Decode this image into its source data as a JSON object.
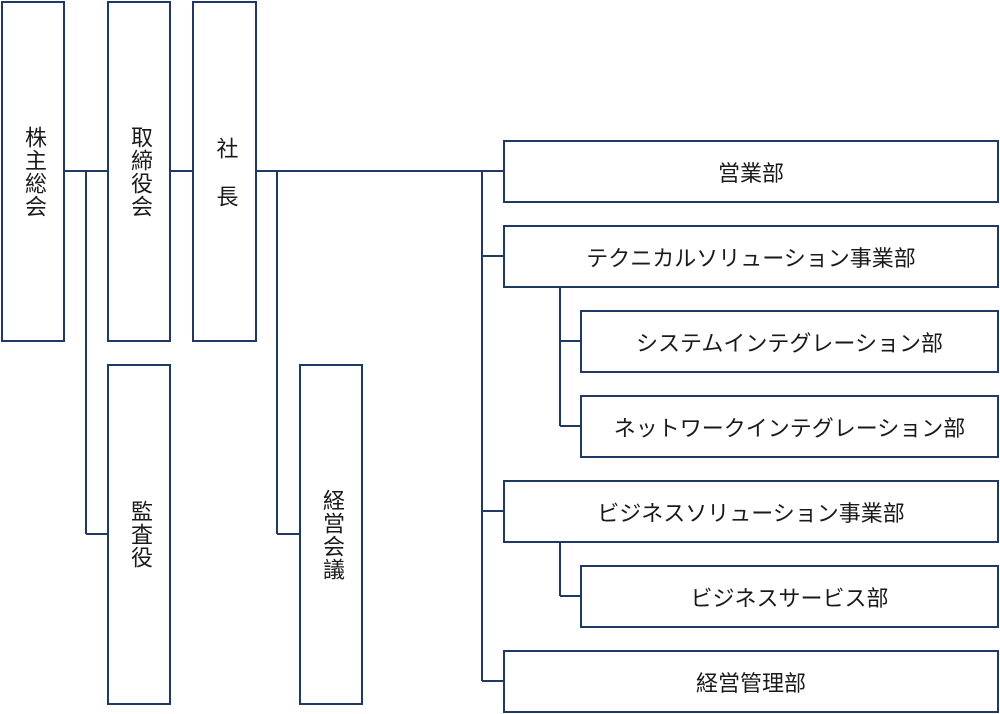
{
  "org_chart": {
    "shareholders_meeting": "株主総会",
    "board_of_directors": "取締役会",
    "president": "社長",
    "auditor": "監査役",
    "management_council": "経営会議",
    "departments": [
      {
        "label": "営業部"
      },
      {
        "label": "テクニカルソリューション事業部",
        "children": [
          {
            "label": "システムインテグレーション部"
          },
          {
            "label": "ネットワークインテグレーション部"
          }
        ]
      },
      {
        "label": "ビジネスソリューション事業部",
        "children": [
          {
            "label": "ビジネスサービス部"
          }
        ]
      },
      {
        "label": "経営管理部"
      }
    ]
  }
}
